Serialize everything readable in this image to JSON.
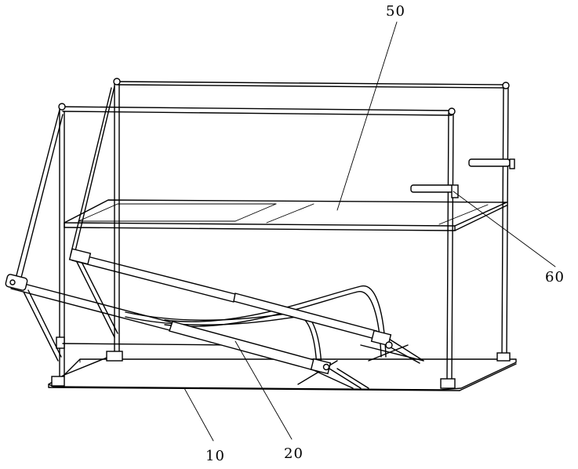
{
  "figure": {
    "labels": [
      {
        "id": "base",
        "text": "10"
      },
      {
        "id": "cylinder",
        "text": "20"
      },
      {
        "id": "platform",
        "text": "50"
      },
      {
        "id": "handle",
        "text": "60"
      }
    ]
  }
}
